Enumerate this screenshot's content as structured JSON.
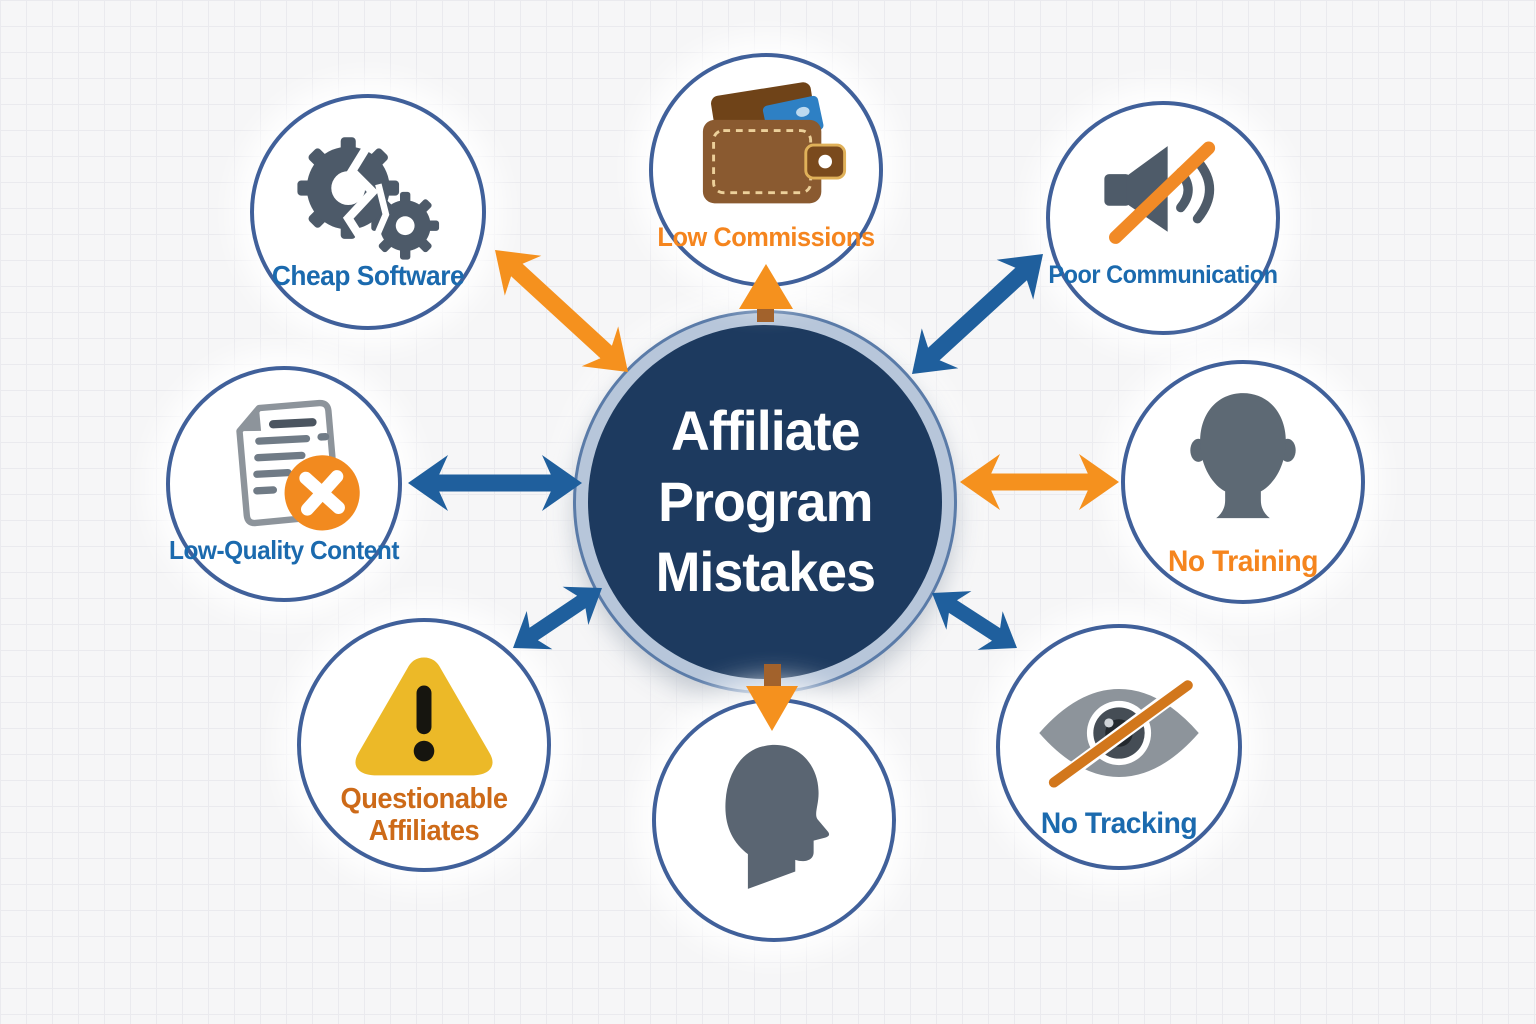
{
  "center": {
    "title_lines": [
      "Affiliate",
      "Program",
      "Mistakes"
    ]
  },
  "nodes": [
    {
      "id": "cheap-software",
      "label": "Cheap Software",
      "icon": "broken-gear-icon",
      "label_color": "#1b6aae"
    },
    {
      "id": "low-commissions",
      "label": "Low Commissions",
      "icon": "wallet-icon",
      "label_color": "#f5851e"
    },
    {
      "id": "poor-communication",
      "label": "Poor Communication",
      "icon": "muted-speaker-icon",
      "label_color": "#1b6aae"
    },
    {
      "id": "low-quality-content",
      "label": "Low-Quality Content",
      "icon": "document-x-icon",
      "label_color": "#1b6aae"
    },
    {
      "id": "no-training",
      "label": "No Training",
      "icon": "head-front-icon",
      "label_color": "#f5851e"
    },
    {
      "id": "questionable-affiliates",
      "label": "Questionable Affiliates",
      "icon": "warning-triangle-icon",
      "label_color": "#cd6a18"
    },
    {
      "id": "audience",
      "label": "",
      "icon": "head-profile-icon",
      "label_color": ""
    },
    {
      "id": "no-tracking",
      "label": "No Tracking",
      "icon": "eye-slash-icon",
      "label_color": "#1b6aae"
    }
  ],
  "colors": {
    "background": "#f6f6f7",
    "node_border": "#40609a",
    "center_fill": "#1d3a5f",
    "center_ring": "#b7c6da",
    "label_blue": "#1b6aae",
    "label_orange": "#f5851e",
    "label_dark_orange": "#cd6a18",
    "arrow_orange": "#f5911e",
    "arrow_blue": "#1f5f9d",
    "stem_brown": "#a2622c"
  }
}
